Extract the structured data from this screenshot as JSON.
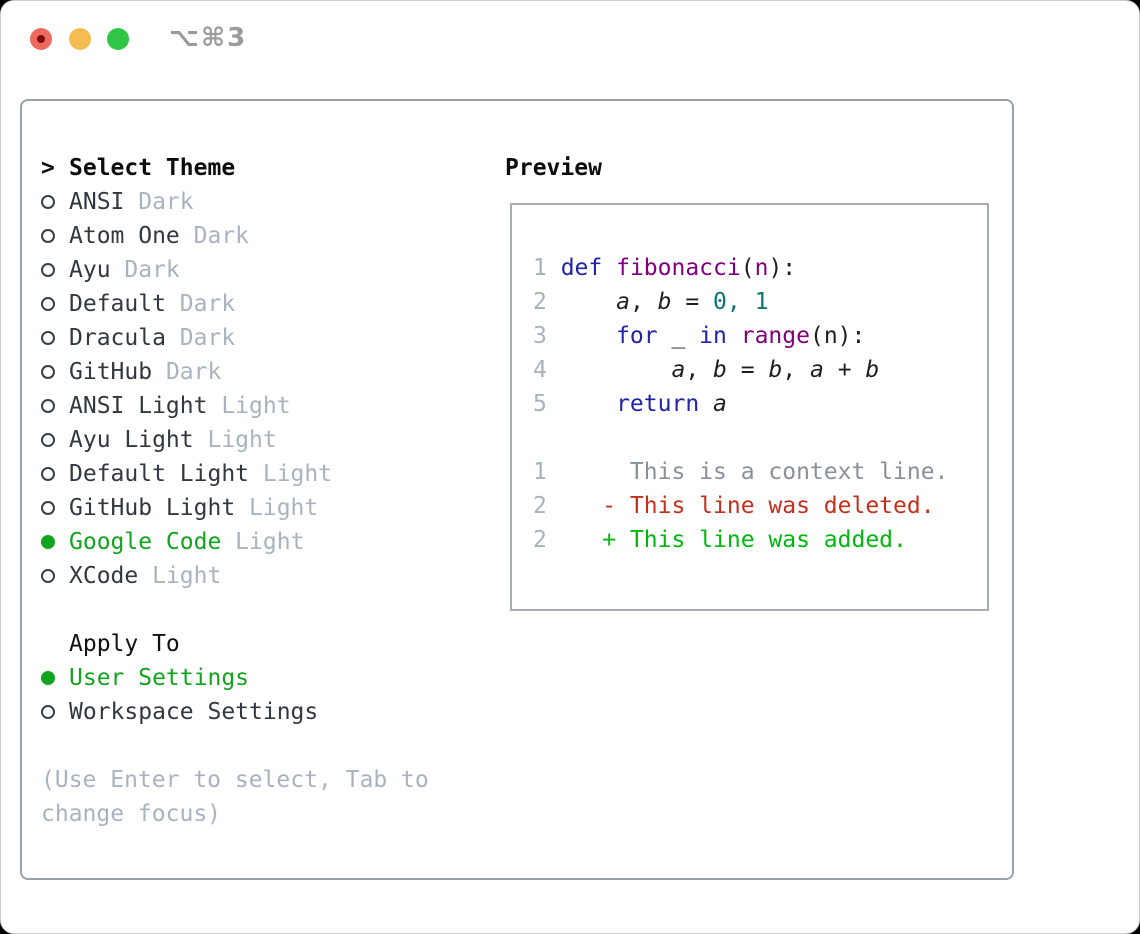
{
  "window": {
    "title": "⌥⌘3"
  },
  "titlebar": {
    "buttons": [
      "close",
      "minimize",
      "zoom"
    ]
  },
  "theme_picker": {
    "heading": "Select Theme",
    "focus_marker": ">",
    "items": [
      {
        "name": "ANSI",
        "tag": "Dark",
        "selected": false
      },
      {
        "name": "Atom One",
        "tag": "Dark",
        "selected": false
      },
      {
        "name": "Ayu",
        "tag": "Dark",
        "selected": false
      },
      {
        "name": "Default",
        "tag": "Dark",
        "selected": false
      },
      {
        "name": "Dracula",
        "tag": "Dark",
        "selected": false
      },
      {
        "name": "GitHub",
        "tag": "Dark",
        "selected": false
      },
      {
        "name": "ANSI Light",
        "tag": "Light",
        "selected": false
      },
      {
        "name": "Ayu Light",
        "tag": "Light",
        "selected": false
      },
      {
        "name": "Default Light",
        "tag": "Light",
        "selected": false
      },
      {
        "name": "GitHub Light",
        "tag": "Light",
        "selected": false
      },
      {
        "name": "Google Code",
        "tag": "Light",
        "selected": true
      },
      {
        "name": "XCode",
        "tag": "Light",
        "selected": false
      }
    ]
  },
  "apply_to": {
    "heading": "Apply To",
    "options": [
      {
        "name": "User Settings",
        "selected": true
      },
      {
        "name": "Workspace Settings",
        "selected": false
      }
    ]
  },
  "hint": "(Use Enter to select, Tab to change focus)",
  "preview": {
    "heading": "Preview",
    "code_lines": [
      {
        "num": "1",
        "segments": [
          {
            "t": "def",
            "c": "kw"
          },
          {
            "t": " ",
            "c": "plain"
          },
          {
            "t": "fibonacci",
            "c": "fn"
          },
          {
            "t": "(",
            "c": "plain"
          },
          {
            "t": "n",
            "c": "fn"
          },
          {
            "t": "):",
            "c": "plain"
          }
        ]
      },
      {
        "num": "2",
        "segments": [
          {
            "t": "    ",
            "c": "plain"
          },
          {
            "t": "a",
            "c": "var"
          },
          {
            "t": ", ",
            "c": "plain"
          },
          {
            "t": "b",
            "c": "var"
          },
          {
            "t": " = ",
            "c": "plain"
          },
          {
            "t": "0, 1",
            "c": "num"
          }
        ]
      },
      {
        "num": "3",
        "segments": [
          {
            "t": "    ",
            "c": "plain"
          },
          {
            "t": "for",
            "c": "kw"
          },
          {
            "t": " _ ",
            "c": "plain"
          },
          {
            "t": "in",
            "c": "kw"
          },
          {
            "t": " ",
            "c": "plain"
          },
          {
            "t": "range",
            "c": "fn"
          },
          {
            "t": "(n):",
            "c": "plain"
          }
        ]
      },
      {
        "num": "4",
        "segments": [
          {
            "t": "        ",
            "c": "plain"
          },
          {
            "t": "a",
            "c": "var"
          },
          {
            "t": ", ",
            "c": "plain"
          },
          {
            "t": "b",
            "c": "var"
          },
          {
            "t": " = ",
            "c": "plain"
          },
          {
            "t": "b",
            "c": "var"
          },
          {
            "t": ", ",
            "c": "plain"
          },
          {
            "t": "a",
            "c": "var"
          },
          {
            "t": " + ",
            "c": "plain"
          },
          {
            "t": "b",
            "c": "var"
          }
        ]
      },
      {
        "num": "5",
        "segments": [
          {
            "t": "    ",
            "c": "plain"
          },
          {
            "t": "return",
            "c": "kw"
          },
          {
            "t": " ",
            "c": "plain"
          },
          {
            "t": "a",
            "c": "var"
          }
        ]
      }
    ],
    "diff_lines": [
      {
        "num": "1",
        "segments": [
          {
            "t": "     This is a context line.",
            "c": "ctx"
          }
        ]
      },
      {
        "num": "2",
        "segments": [
          {
            "t": "   ",
            "c": "plain"
          },
          {
            "t": "- This line was deleted.",
            "c": "del"
          }
        ]
      },
      {
        "num": "2",
        "segments": [
          {
            "t": "   ",
            "c": "plain"
          },
          {
            "t": "+ This line was added.",
            "c": "add"
          }
        ]
      }
    ]
  },
  "colors": {
    "accent_green": "#12a41f",
    "list_text": "#32383f",
    "muted": "#a9b3bf",
    "heading": "#0d0d0d",
    "syntax_keyword": "#2222aa",
    "syntax_function": "#800080",
    "syntax_literal": "#0d7373",
    "syntax_plain": "#1f1f1f",
    "diff_context": "#8a9099",
    "diff_deleted": "#c5301d",
    "diff_added": "#00b70f",
    "line_number": "#a7b2bd",
    "panel_border": "#9aa1ab",
    "preview_border": "#a6adb6",
    "titlebar_text": "#9b9b9b",
    "traffic_red": "#ed6a5e",
    "traffic_red_dot": "#7e0b05",
    "traffic_yellow": "#f5bd4f",
    "traffic_green": "#2fc646"
  }
}
